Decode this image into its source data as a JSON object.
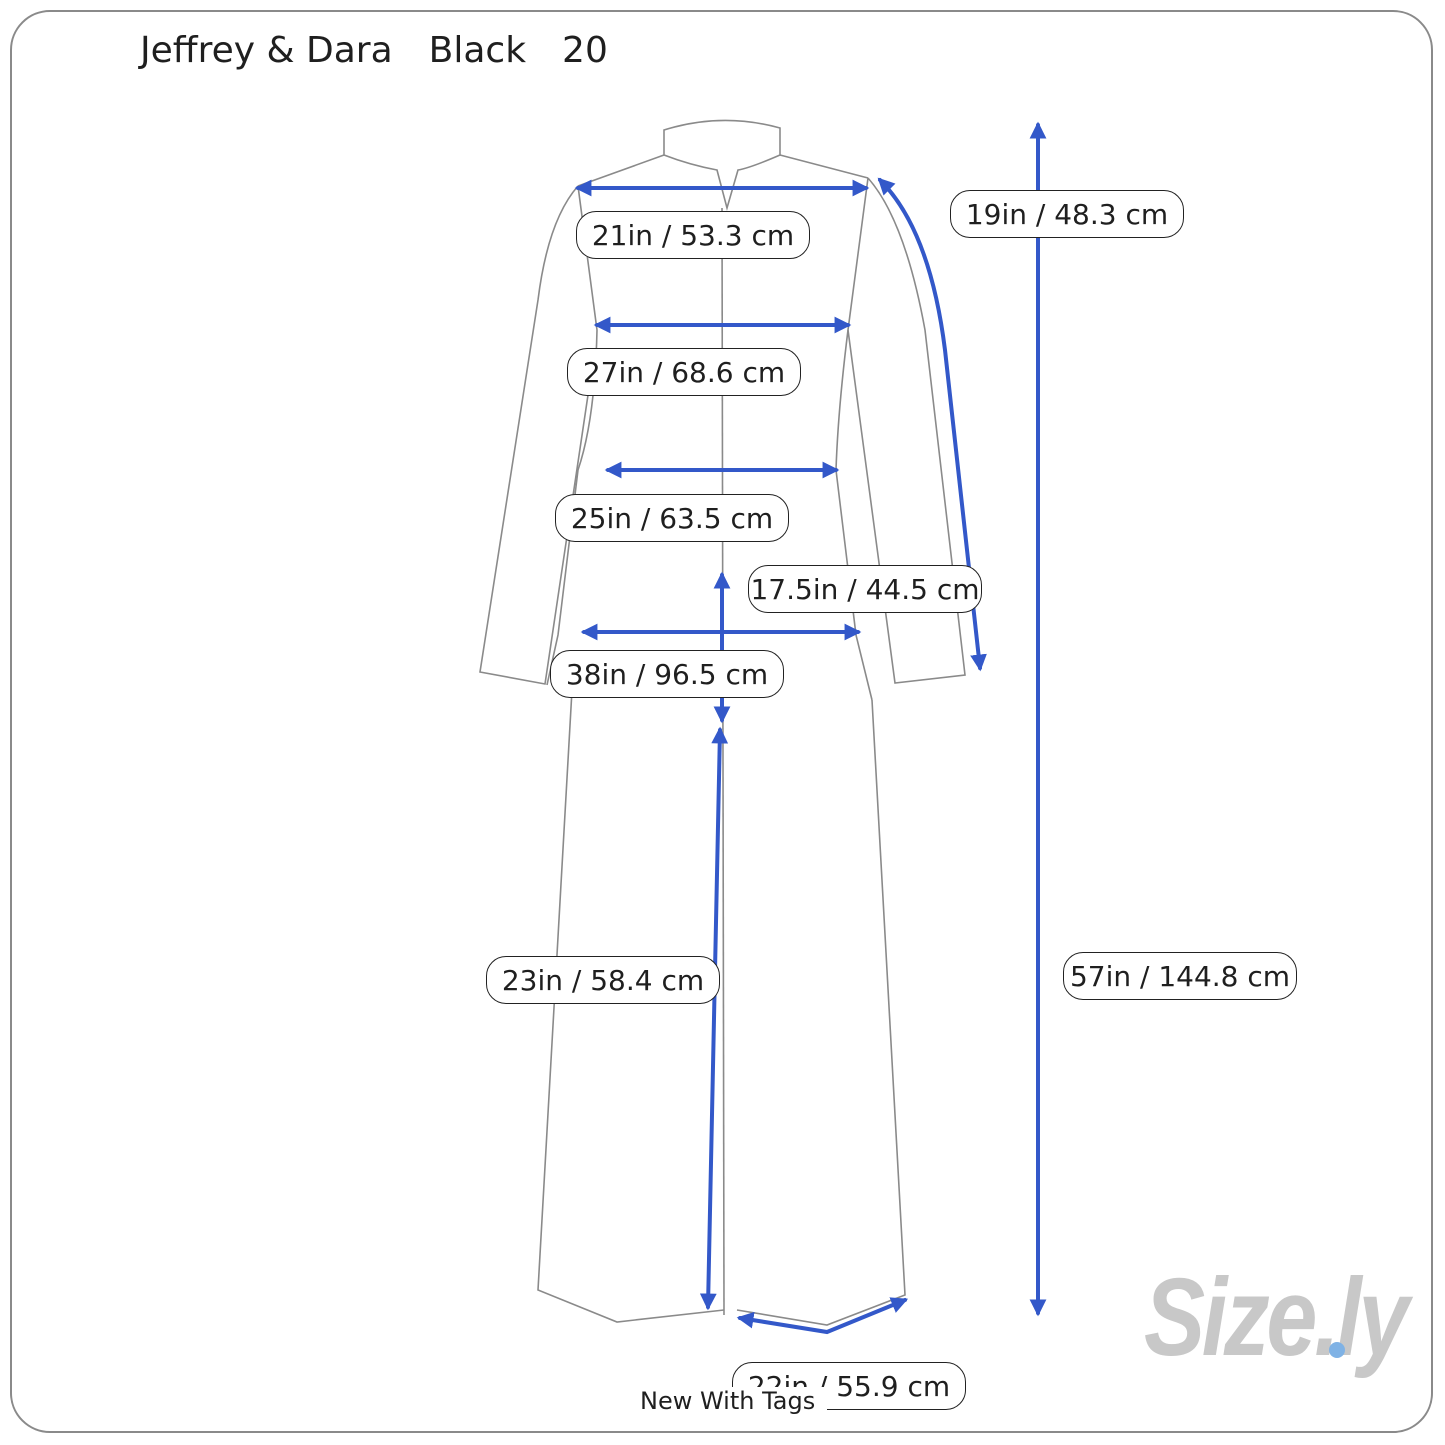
{
  "header": {
    "brand": "Jeffrey & Dara",
    "color": "Black",
    "size": "20"
  },
  "measurements": {
    "shoulder": "21in / 53.3 cm",
    "bust": "27in / 68.6 cm",
    "waist": "25in / 63.5 cm",
    "hips": "38in / 96.5 cm",
    "rise": "17.5in / 44.5 cm",
    "sleeve": "19in / 48.3 cm",
    "total_length": "57in / 144.8 cm",
    "inseam": "23in / 58.4 cm",
    "leg_opening": "22in / 55.9 cm"
  },
  "footer": {
    "condition": "New With Tags"
  },
  "logo": {
    "text": "Size.ly",
    "icon": "sizely-logo"
  },
  "colors": {
    "arrow": "#3358c9",
    "outline": "#8a8a8a",
    "text": "#1f1f1f",
    "logo": "#c8c8c8",
    "logo_dot": "#7fb2e5"
  }
}
